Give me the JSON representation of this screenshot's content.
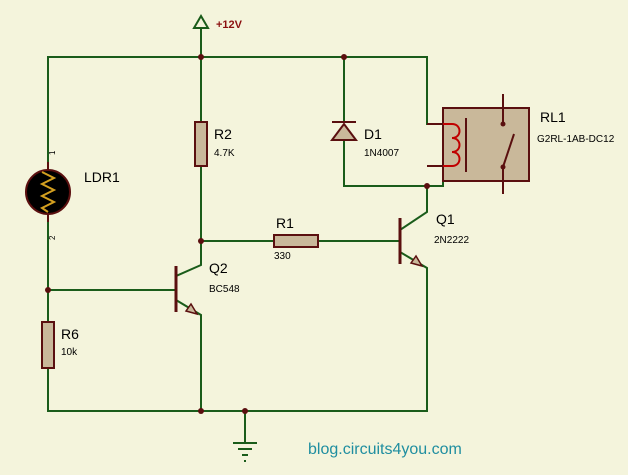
{
  "power": {
    "label": "+12V"
  },
  "components": {
    "ldr1": {
      "ref": "LDR1",
      "pin1": "1",
      "pin2": "2"
    },
    "r2": {
      "ref": "R2",
      "value": "4.7K"
    },
    "d1": {
      "ref": "D1",
      "value": "1N4007"
    },
    "rl1": {
      "ref": "RL1",
      "value": "G2RL-1AB-DC12"
    },
    "r1": {
      "ref": "R1",
      "value": "330"
    },
    "q1": {
      "ref": "Q1",
      "value": "2N2222"
    },
    "q2": {
      "ref": "Q2",
      "value": "BC548"
    },
    "r6": {
      "ref": "R6",
      "value": "10k"
    }
  },
  "watermark": "blog.circuits4you.com",
  "colors": {
    "background": "#f4f4dc",
    "wire": "#1a5c1a",
    "component_outline": "#5a0f0f",
    "component_fill": "#c9b89a",
    "watermark": "#1f8ea0",
    "power_label": "#8b1010"
  }
}
